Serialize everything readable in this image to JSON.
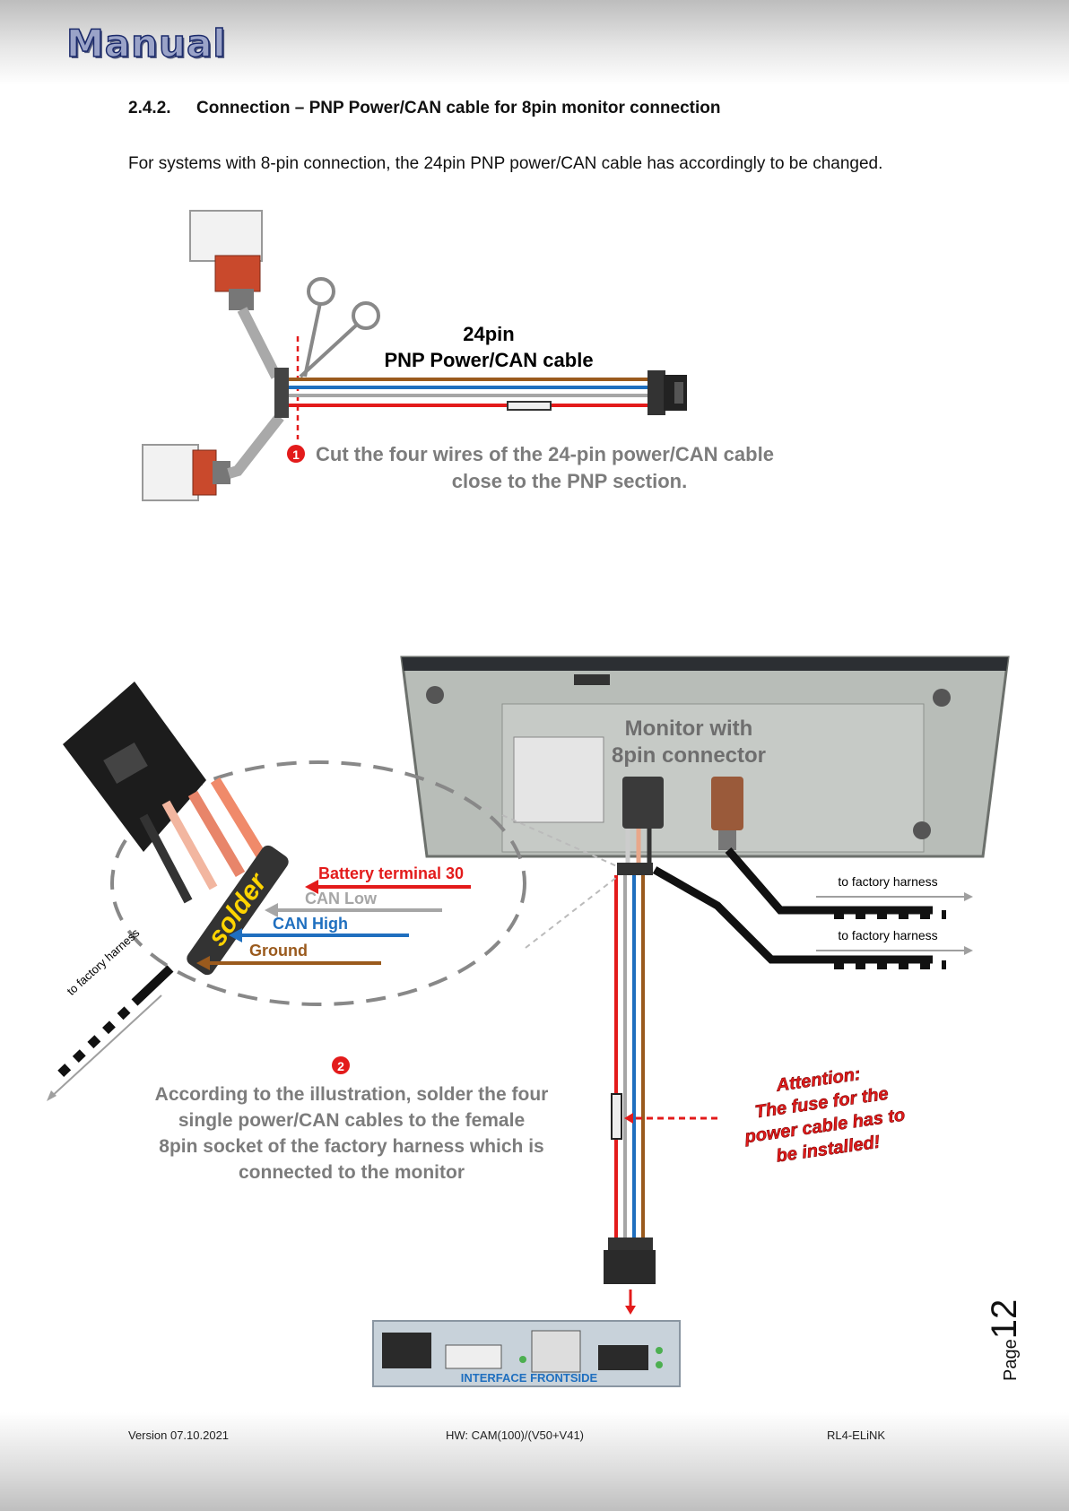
{
  "header": {
    "logo_text": "Manual"
  },
  "section": {
    "number": "2.4.2.",
    "title": "Connection – PNP Power/CAN cable for 8pin monitor connection",
    "intro": "For systems with 8-pin connection, the 24pin PNP power/CAN cable has accordingly to be changed."
  },
  "figure1": {
    "cable_label_line1": "24pin",
    "cable_label_line2": "PNP Power/CAN cable",
    "step_number": "1",
    "step_line1": "Cut the four wires of the 24-pin power/CAN cable",
    "step_line2": "close to the PNP section."
  },
  "figure2": {
    "monitor_label_line1": "Monitor with",
    "monitor_label_line2": "8pin connector",
    "solder_label": "solder",
    "wires": {
      "battery": "Battery terminal 30",
      "can_low": "CAN Low",
      "can_high": "CAN High",
      "ground": "Ground"
    },
    "factory_harness_left": "to factory harness",
    "factory_harness_right_1": "to factory harness",
    "factory_harness_right_2": "to factory harness",
    "step_number": "2",
    "step_line1": "According to the illustration, solder the four",
    "step_line2": "single power/CAN cables to the female",
    "step_line3": "8pin socket of the factory harness which is",
    "step_line4": "connected to the monitor",
    "attention_line1": "Attention:",
    "attention_line2": "The fuse for the",
    "attention_line3": "power cable has to",
    "attention_line4": "be installed!",
    "interface_label": "INTERFACE  FRONTSIDE"
  },
  "page": {
    "prefix": "Page",
    "number": "12"
  },
  "footer": {
    "version": "Version  07.10.2021",
    "hardware": "HW: CAM(100)/(V50+V41)",
    "product": "RL4-ELiNK"
  },
  "colors": {
    "battery": "#e31b1b",
    "can_low": "#a6a6a6",
    "can_high": "#1f6fbf",
    "ground": "#9a5a1d"
  }
}
